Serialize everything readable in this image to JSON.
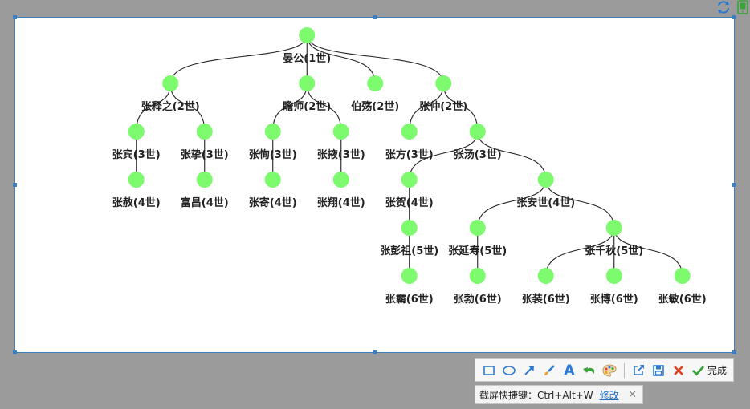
{
  "tree": {
    "node_color": "#7dfa6e",
    "line_color": "#222222",
    "nodes": [
      {
        "id": "n0",
        "label": "晏公(1世)",
        "gen": 0,
        "col": 4.25
      },
      {
        "id": "n1",
        "label": "张释之(2世)",
        "gen": 1,
        "col": 2.25,
        "parent": "n0"
      },
      {
        "id": "n2",
        "label": "瞻师(2世)",
        "gen": 1,
        "col": 4.25,
        "parent": "n0"
      },
      {
        "id": "n3",
        "label": "伯殇(2世)",
        "gen": 1,
        "col": 5.25,
        "parent": "n0"
      },
      {
        "id": "n4",
        "label": "张仲(2世)",
        "gen": 1,
        "col": 6.25,
        "parent": "n0"
      },
      {
        "id": "n5",
        "label": "张宾(3世)",
        "gen": 2,
        "col": 1.75,
        "parent": "n1"
      },
      {
        "id": "n6",
        "label": "张挚(3世)",
        "gen": 2,
        "col": 2.75,
        "parent": "n1"
      },
      {
        "id": "n7",
        "label": "张恂(3世)",
        "gen": 2,
        "col": 3.75,
        "parent": "n2"
      },
      {
        "id": "n8",
        "label": "张掖(3世)",
        "gen": 2,
        "col": 4.75,
        "parent": "n2"
      },
      {
        "id": "n9",
        "label": "张方(3世)",
        "gen": 2,
        "col": 5.75,
        "parent": "n4"
      },
      {
        "id": "n10",
        "label": "张汤(3世)",
        "gen": 2,
        "col": 6.75,
        "parent": "n4"
      },
      {
        "id": "n11",
        "label": "张赦(4世)",
        "gen": 3,
        "col": 1.75,
        "parent": "n5"
      },
      {
        "id": "n12",
        "label": "富昌(4世)",
        "gen": 3,
        "col": 2.75,
        "parent": "n6"
      },
      {
        "id": "n13",
        "label": "张寄(4世)",
        "gen": 3,
        "col": 3.75,
        "parent": "n7"
      },
      {
        "id": "n14",
        "label": "张翔(4世)",
        "gen": 3,
        "col": 4.75,
        "parent": "n8"
      },
      {
        "id": "n15",
        "label": "张贺(4世)",
        "gen": 3,
        "col": 5.75,
        "parent": "n10"
      },
      {
        "id": "n16",
        "label": "张安世(4世)",
        "gen": 3,
        "col": 7.75,
        "parent": "n10"
      },
      {
        "id": "n17",
        "label": "张彭祖(5世)",
        "gen": 4,
        "col": 5.75,
        "parent": "n15"
      },
      {
        "id": "n18",
        "label": "张延寿(5世)",
        "gen": 4,
        "col": 6.75,
        "parent": "n16"
      },
      {
        "id": "n19",
        "label": "张千秋(5世)",
        "gen": 4,
        "col": 8.75,
        "parent": "n16"
      },
      {
        "id": "n20",
        "label": "张霸(6世)",
        "gen": 5,
        "col": 5.75,
        "parent": "n17"
      },
      {
        "id": "n21",
        "label": "张勃(6世)",
        "gen": 5,
        "col": 6.75,
        "parent": "n18"
      },
      {
        "id": "n22",
        "label": "张装(6世)",
        "gen": 5,
        "col": 7.75,
        "parent": "n19"
      },
      {
        "id": "n23",
        "label": "张博(6世)",
        "gen": 5,
        "col": 8.75,
        "parent": "n19"
      },
      {
        "id": "n24",
        "label": "张敏(6世)",
        "gen": 5,
        "col": 9.75,
        "parent": "n19"
      }
    ]
  },
  "toolbar": {
    "tools": [
      {
        "name": "rectangle-tool",
        "icon": "rectangle-icon"
      },
      {
        "name": "ellipse-tool",
        "icon": "ellipse-icon"
      },
      {
        "name": "arrow-tool",
        "icon": "arrow-icon"
      },
      {
        "name": "brush-tool",
        "icon": "brush-icon"
      },
      {
        "name": "text-tool",
        "icon": "text-icon"
      },
      {
        "name": "undo-tool",
        "icon": "undo-icon"
      },
      {
        "name": "color-tool",
        "icon": "palette-icon"
      }
    ],
    "text_tool_glyph": "A",
    "finish_label": "完成",
    "accent": "#2b7bd6"
  },
  "hint": {
    "text": "截屏快捷键：Ctrl+Alt+W",
    "link": "修改",
    "close": "✕"
  }
}
